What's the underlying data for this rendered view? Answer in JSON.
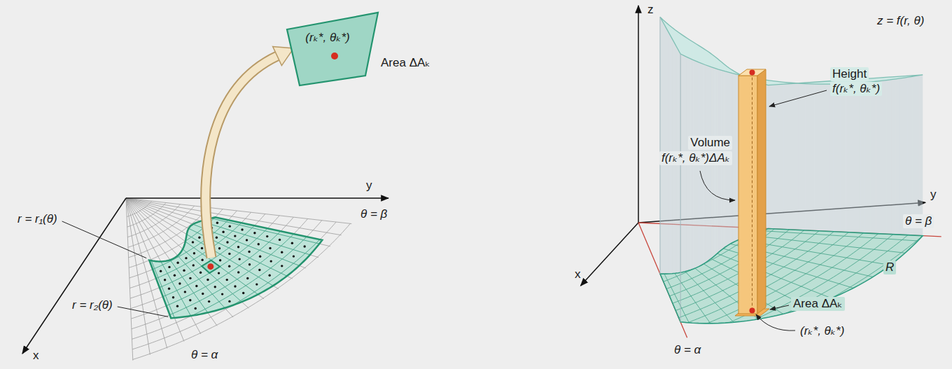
{
  "diagram": {
    "nodes": [
      {
        "text": [
          "(rₖ*, θₖ*)"
        ]
      }
    ],
    "labels": [
      "y",
      "x",
      "r = r₁(θ)",
      "r = r₂(θ)",
      "θ = β",
      "θ = α",
      "Area ΔAₖ",
      "z",
      "z = f(r, θ)",
      "Height",
      "f(rₖ*, θₖ*)",
      "Volume",
      "f(rₖ*, θₖ*)ΔAₖ",
      "y",
      "θ = β",
      "R",
      "Area ΔAₖ",
      "(rₖ*, θₖ*)",
      "x",
      "θ = α"
    ]
  }
}
